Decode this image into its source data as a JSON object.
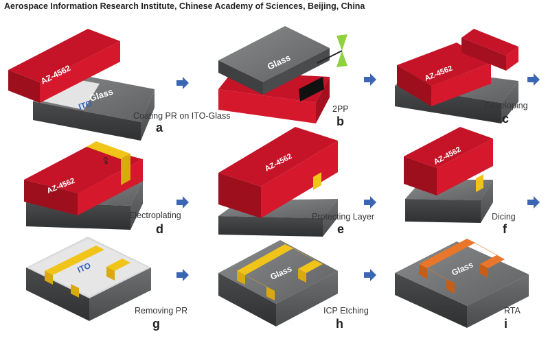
{
  "header": {
    "affiliation": "Aerospace Information Research Institute, Chinese Academy of Sciences, Beijing, China"
  },
  "colors": {
    "photoresist": "#d6182c",
    "glass": "#5d5e60",
    "ito": "#dcdcdc",
    "metal": "#f0c419",
    "annealed": "#e8772b",
    "arrow": "#3a66b3",
    "laser": "#8fd13f"
  },
  "steps": [
    {
      "letter": "a",
      "label": "Coating PR on ITO-Glass",
      "text_pr": "AZ-4562",
      "text_ito": "ITO",
      "text_glass": "Glass"
    },
    {
      "letter": "b",
      "label": "2PP",
      "text_glass": "Glass"
    },
    {
      "letter": "c",
      "label": "Developing",
      "text_pr": "AZ-4562"
    },
    {
      "letter": "d",
      "label": "Electroplating",
      "text_pr": "AZ-4562",
      "text_metal": "Cu"
    },
    {
      "letter": "e",
      "label": "Protecting Layer",
      "text_pr": "AZ-4562"
    },
    {
      "letter": "f",
      "label": "Dicing",
      "text_pr": "AZ-4562"
    },
    {
      "letter": "g",
      "label": "Removing PR",
      "text_ito": "ITO"
    },
    {
      "letter": "h",
      "label": "ICP Etching",
      "text_glass": "Glass"
    },
    {
      "letter": "i",
      "label": "RTA",
      "text_glass": "Glass"
    }
  ]
}
